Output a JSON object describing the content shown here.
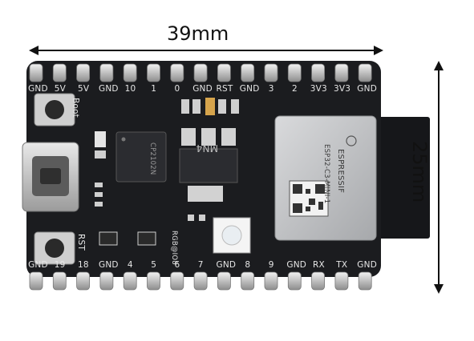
{
  "dimensions": {
    "width_label": "39mm",
    "height_label": "25mm"
  },
  "board": {
    "top_pin_labels": [
      "GND",
      "5V",
      "5V",
      "GND",
      "10",
      "1",
      "0",
      "GND",
      "RST",
      "GND",
      "3",
      "2",
      "3V3",
      "3V3",
      "GND"
    ],
    "bottom_pin_labels": [
      "GND",
      "19",
      "18",
      "GND",
      "4",
      "5",
      "6",
      "7",
      "GND",
      "8",
      "9",
      "GND",
      "RX",
      "TX",
      "GND"
    ],
    "boot_label": "Boot",
    "rst_label": "RST",
    "rgb_label": "RGB@IO8",
    "uart_chip_marking": "CP2102N",
    "regulator_marking": "MN4",
    "module_brand": "ESPRESSIF",
    "module_model": "ESP32-C3-MINI-1",
    "colors": {
      "pcb": "#1b1c1f",
      "silkscreen": "#e6e6e6",
      "pin": "#c8c8c8",
      "module_shield": "#b9babc",
      "antenna": "#16171a"
    }
  }
}
